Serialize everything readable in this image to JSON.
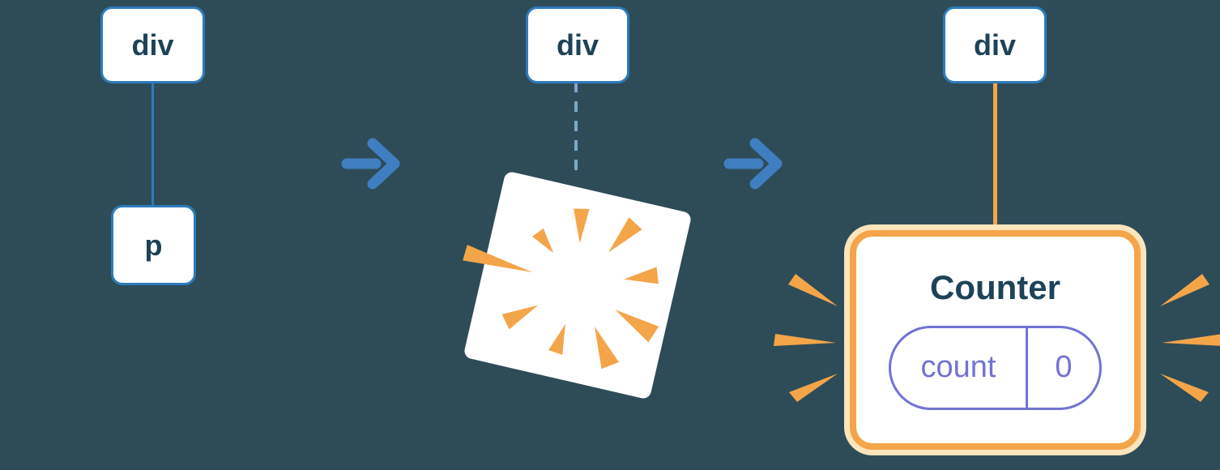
{
  "colors": {
    "background": "#2e4c58",
    "node_fill": "#ffffff",
    "node_border": "#2d7bbd",
    "node_text": "#1e4258",
    "dashed_connector": "#7aa7cc",
    "arrow": "#3f7fc1",
    "orange": "#f4a54a",
    "halo": "#fbe5bd",
    "indigo": "#7173d4"
  },
  "stage_before": {
    "parent_label": "div",
    "child_label": "p"
  },
  "stage_deleting": {
    "parent_label": "div"
  },
  "stage_after": {
    "parent_label": "div",
    "component": {
      "title": "Counter",
      "state_key": "count",
      "state_value": "0"
    }
  },
  "icons": {
    "transition_arrow": "→",
    "poof_burst": "✺",
    "emphasis_sparks": "☀"
  }
}
